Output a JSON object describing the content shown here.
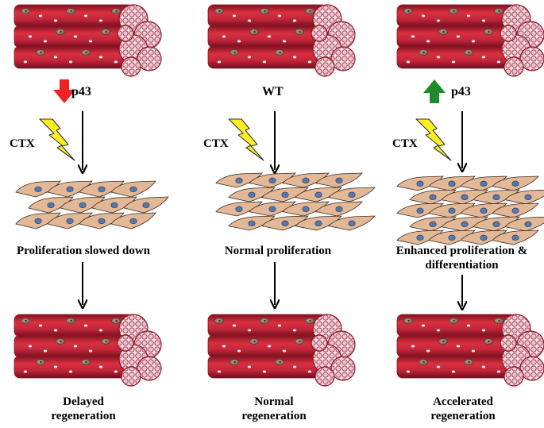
{
  "columns": [
    {
      "key": "low",
      "condition_label": "p43",
      "condition_arrow": "down",
      "injury_label": "CTX",
      "proliferation_label": [
        "Proliferation slowed down"
      ],
      "outcome_label": [
        "Delayed",
        "regeneration"
      ]
    },
    {
      "key": "wt",
      "condition_label": "WT",
      "condition_arrow": "none",
      "injury_label": "CTX",
      "proliferation_label": [
        "Normal proliferation"
      ],
      "outcome_label": [
        "Normal",
        "regeneration"
      ]
    },
    {
      "key": "high",
      "condition_label": "p43",
      "condition_arrow": "up",
      "injury_label": "CTX",
      "proliferation_label": [
        "Enhanced proliferation &",
        "differentiation"
      ],
      "outcome_label": [
        "Accelerated",
        "regeneration"
      ]
    }
  ],
  "colors": {
    "muscle": "#c8283a",
    "muscle_dark": "#8e1626",
    "nucleus": "#8a7a6a",
    "cell_body": "#e2b896",
    "cell_nucleus": "#5578b0",
    "bolt": "#ffee22",
    "arrow_down": "#ee2222",
    "arrow_up": "#1e8c2a"
  }
}
